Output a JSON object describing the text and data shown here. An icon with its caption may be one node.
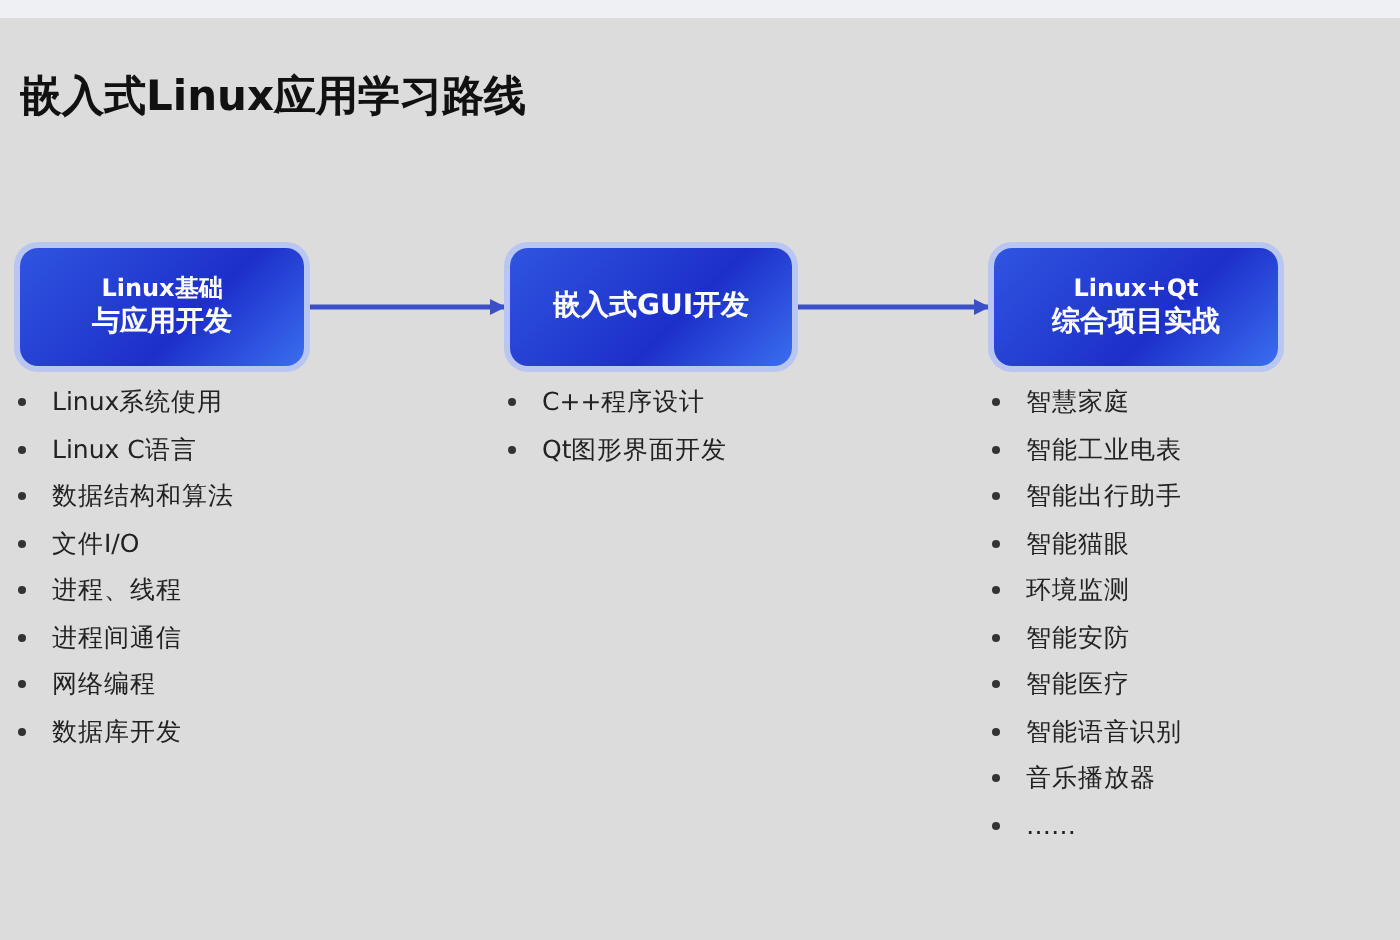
{
  "diagram": {
    "title": "嵌入式Linux应用学习路线",
    "nodes": [
      {
        "text": [
          "Linux基础",
          "与应用开发"
        ],
        "beside": [
          "Linux系统使用",
          "Linux C语言",
          "数据结构和算法",
          "文件I/O",
          "进程、线程",
          "进程间通信",
          "网络编程",
          "数据库开发"
        ]
      },
      {
        "text": [
          "嵌入式GUI开发"
        ],
        "beside": [
          "C++程序设计",
          "Qt图形界面开发"
        ]
      },
      {
        "text": [
          "Linux+Qt",
          "综合项目实战"
        ],
        "beside": [
          "智慧家庭",
          "智能工业电表",
          "智能出行助手",
          "智能猫眼",
          "环境监测",
          "智能安防",
          "智能医疗",
          "智能语音识别",
          "音乐播放器",
          "……"
        ]
      }
    ],
    "edges": [
      {
        "from": 0,
        "to": 1,
        "arrow": "to"
      },
      {
        "from": 1,
        "to": 2,
        "arrow": "to"
      }
    ]
  }
}
